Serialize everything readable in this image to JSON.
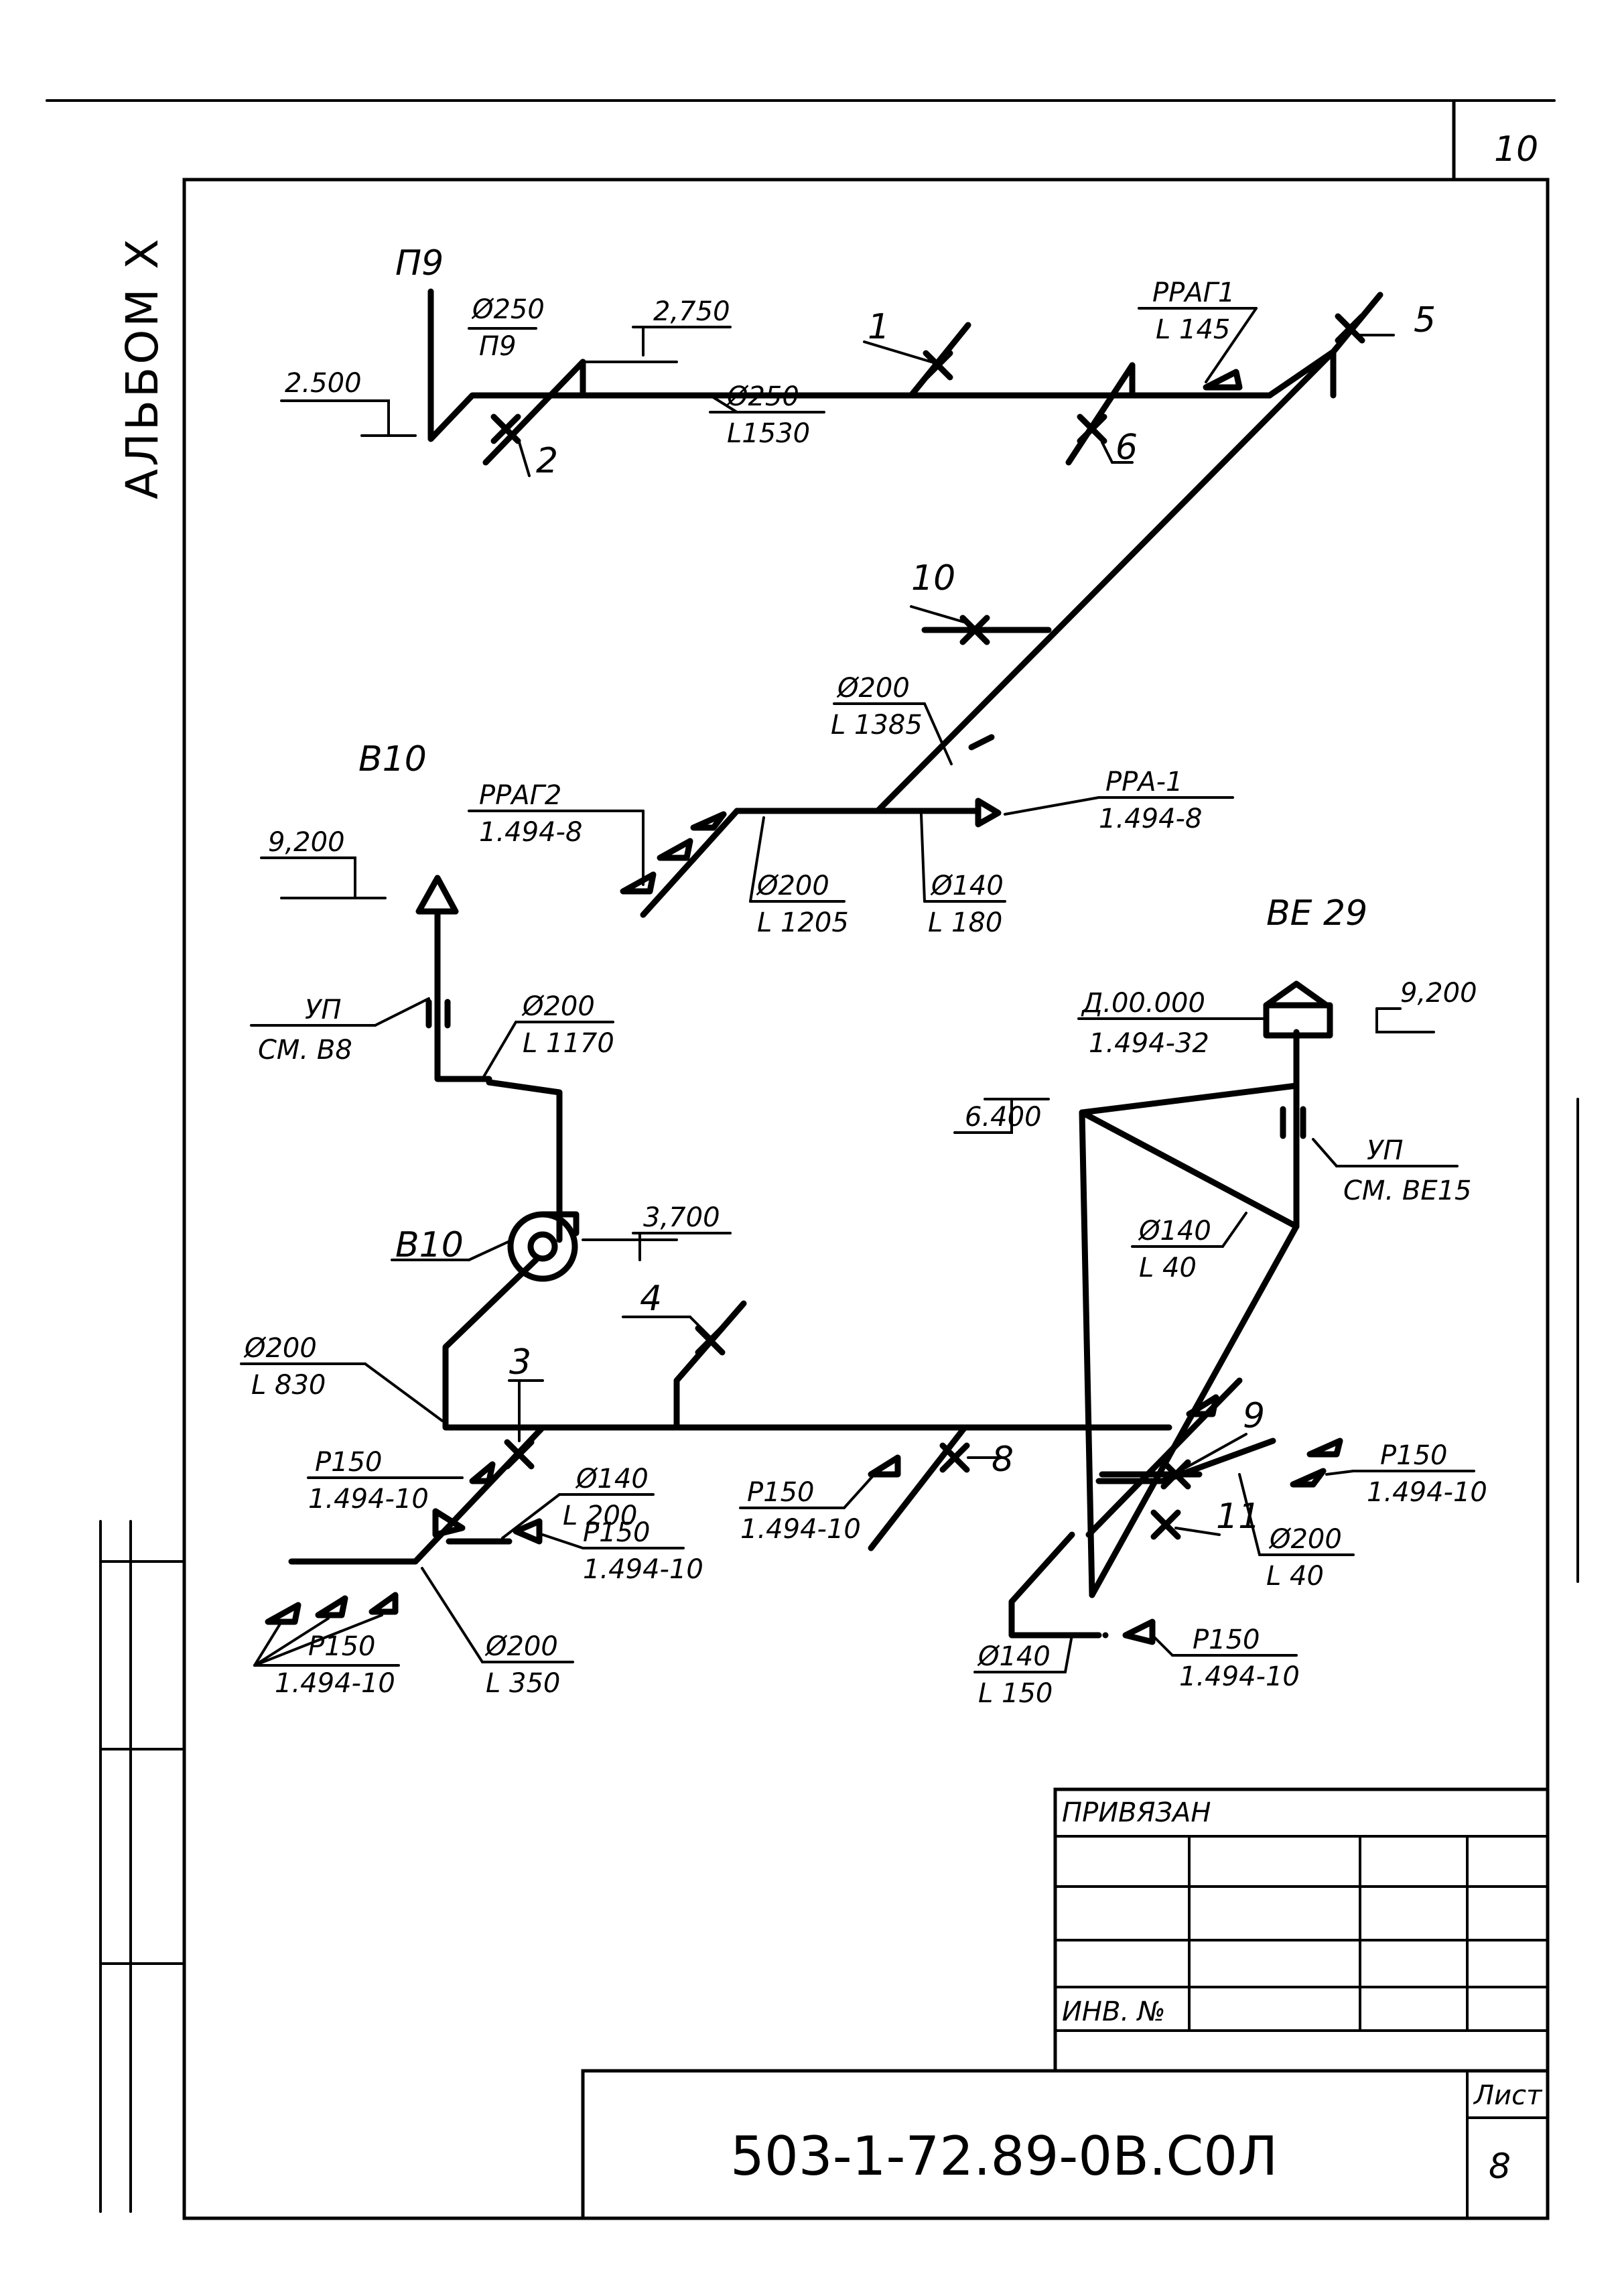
{
  "album": "АЛЬБОМ Х",
  "sheet_number_top": "10",
  "stamp": {
    "privyazan": "ПРИВЯЗАН",
    "inv_no": "ИНВ. №",
    "doc_code": "503-1-72.89-0В.С0Л",
    "list_label": "Лист",
    "list_number": "8"
  },
  "systems": {
    "b10_title": "В10",
    "be29_title": "ВЕ 29"
  },
  "equipment": {
    "p9": "П9",
    "fan_b10": "В10",
    "be29_cap_top": "Д.00.000",
    "be29_cap_bot": "1.494-32",
    "up_left_top": "УП",
    "up_left_bot": "СМ. В8",
    "up_right_top": "УП",
    "up_right_bot": "СМ. ВЕ15"
  },
  "elevations": {
    "e2500": "2.500",
    "e2750": "2,750",
    "e9200_left": "9,200",
    "e3700": "3,700",
    "e6400": "6.400",
    "e9200_right": "9,200"
  },
  "pipes": {
    "p1_top": "Ø250",
    "p1_bot": "П9",
    "p2_top": "Ø250",
    "p2_bot": "L1530",
    "p3_top": "Ø200",
    "p3_bot": "L 1385",
    "p4_top": "Ø200",
    "p4_bot": "L 1205",
    "p5_top": "Ø140",
    "p5_bot": "L 180",
    "p6_top": "Ø200",
    "p6_bot": "L 1170",
    "p7_top": "Ø200",
    "p7_bot": "L 830",
    "p8_top": "Ø140",
    "p8_bot": "L 200",
    "p9_top": "Ø200",
    "p9_bot": "L 350",
    "p10_top": "Ø140",
    "p10_bot": "L 40",
    "p11_top": "Ø200",
    "p11_bot": "L 40",
    "p12_top": "Ø140",
    "p12_bot": "L 150"
  },
  "grilles": {
    "prag1_top": "РРАГ1",
    "prag1_bot": "L 145",
    "prag2_top": "РРАГ2",
    "prag2_bot": "1.494-8",
    "pra1_top": "РРА-1",
    "pra1_bot": "1.494-8",
    "r1_top": "Р150",
    "r1_bot": "1.494-10",
    "r2_top": "Р150",
    "r2_bot": "1.494-10",
    "r3_top": "Р150",
    "r3_bot": "1.494-10",
    "r4_top": "Р150",
    "r4_bot": "1.494-10",
    "r5_top": "Р150",
    "r5_bot": "1.494-10",
    "r6_top": "Р150",
    "r6_bot": "1.494-10"
  },
  "valves": {
    "v1": "1",
    "v2": "2",
    "v3": "3",
    "v4": "4",
    "v5": "5",
    "v6": "6",
    "v8": "8",
    "v9": "9",
    "v10": "10",
    "v11": "11"
  }
}
